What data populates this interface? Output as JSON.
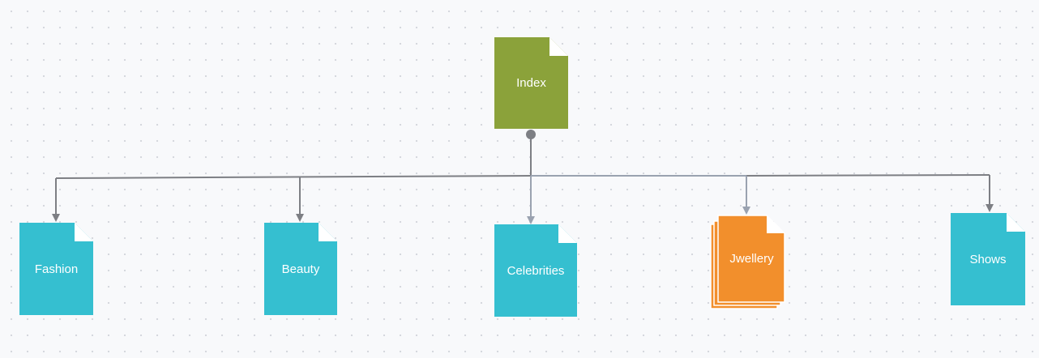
{
  "diagram": {
    "root": {
      "label": "Index",
      "color": "#8ba23a"
    },
    "children": [
      {
        "label": "Fashion",
        "color": "#35bfd0"
      },
      {
        "label": "Beauty",
        "color": "#35bfd0"
      },
      {
        "label": "Celebrities",
        "color": "#35bfd0"
      },
      {
        "label": "Jwellery",
        "color": "#f28f2c"
      },
      {
        "label": "Shows",
        "color": "#35bfd0"
      }
    ],
    "connector_colors": {
      "default": "#7d7f84",
      "highlight": "#9aa2b0"
    }
  }
}
